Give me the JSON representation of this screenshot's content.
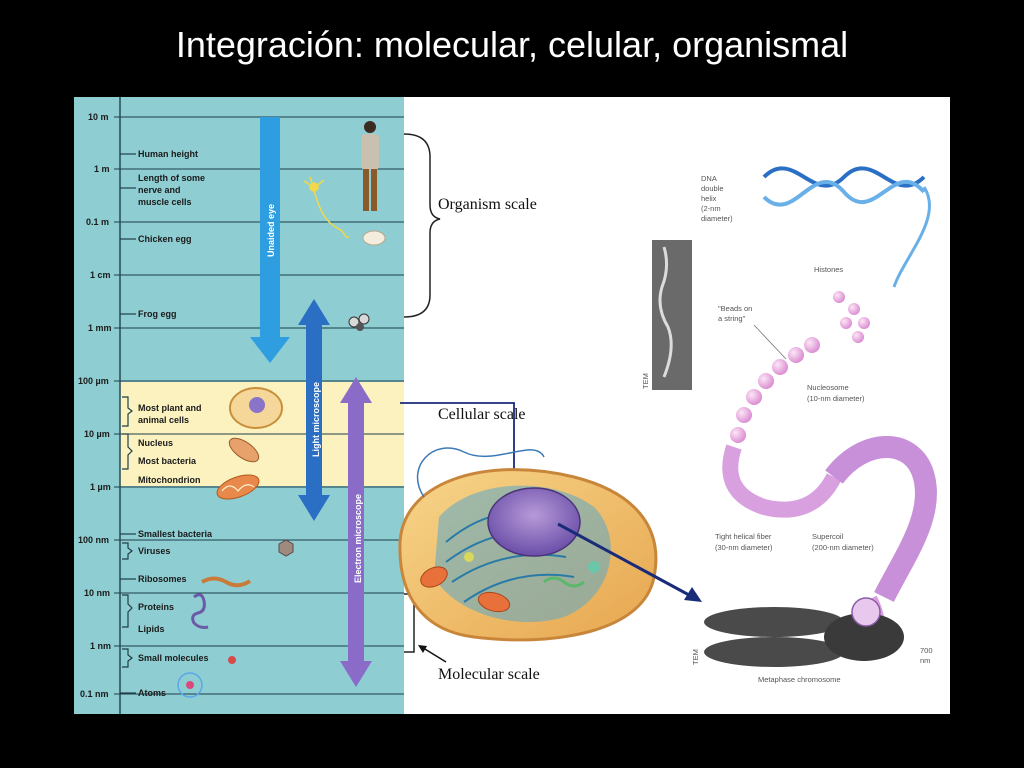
{
  "title": "Integración: molecular, celular, organismal",
  "ruler": {
    "units": [
      "10 m",
      "1 m",
      "0.1 m",
      "1 cm",
      "1 mm",
      "100 µm",
      "10 µm",
      "1 µm",
      "100 nm",
      "10 nm",
      "1 nm",
      "0.1 nm"
    ],
    "items": {
      "human_height": "Human height",
      "nerve_1": "Length of some",
      "nerve_2": "nerve and",
      "nerve_3": "muscle cells",
      "chicken_egg": "Chicken egg",
      "frog_egg": "Frog egg",
      "plant_1": "Most plant and",
      "plant_2": "animal cells",
      "nucleus": "Nucleus",
      "bacteria": "Most bacteria",
      "mitochondrion": "Mitochondrion",
      "smallest_bacteria": "Smallest bacteria",
      "viruses": "Viruses",
      "ribosomes": "Ribosomes",
      "proteins": "Proteins",
      "lipids": "Lipids",
      "small_molecules": "Small molecules",
      "atoms": "Atoms"
    },
    "arrows": {
      "unaided_eye": "Unaided eye",
      "light_microscope": "Light microscope",
      "electron_microscope": "Electron microscope"
    }
  },
  "scales": {
    "organism": "Organism scale",
    "cellular": "Cellular scale",
    "molecular": "Molecular scale"
  },
  "dna": {
    "helix_1": "DNA",
    "helix_2": "double",
    "helix_3": "helix",
    "helix_4": "(2-nm",
    "helix_5": "diameter)",
    "histones": "Histones",
    "beads_1": "\"Beads on",
    "beads_2": "a string\"",
    "tem": "TEM",
    "nucleosome_1": "Nucleosome",
    "nucleosome_2": "(10-nm diameter)",
    "fiber_1": "Tight helical fiber",
    "fiber_2": "(30-nm diameter)",
    "supercoil_1": "Supercoil",
    "supercoil_2": "(200-nm diameter)",
    "tem2": "TEM",
    "size_1": "700",
    "size_2": "nm",
    "chromosome": "Metaphase chromosome"
  },
  "colors": {
    "ruler_blue": "#8ecdd2",
    "ruler_yellow": "#fbf2c0",
    "arrow_blue": "#2f9ee0",
    "arrow_navy": "#2a6fc4",
    "arrow_purple": "#8a6cc8"
  }
}
